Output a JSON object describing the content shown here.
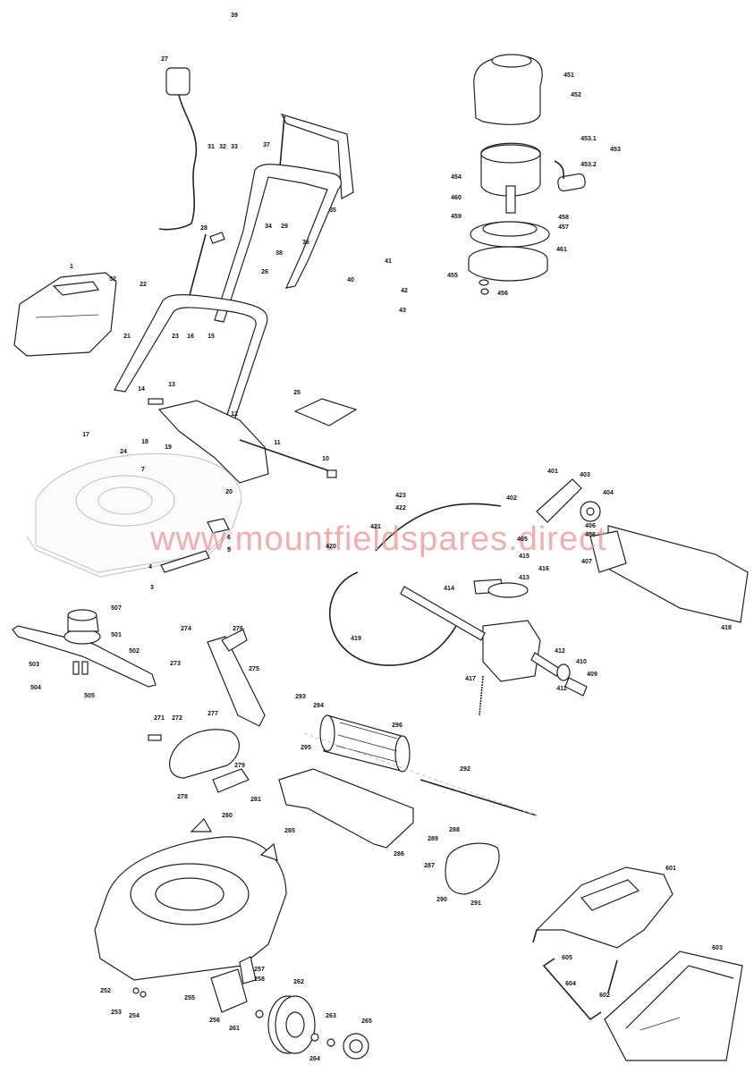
{
  "watermark": "www.mountfieldspares.direct",
  "labels": [
    {
      "id": "39"
    },
    {
      "id": "27"
    },
    {
      "id": "37"
    },
    {
      "id": "31"
    },
    {
      "id": "32"
    },
    {
      "id": "33"
    },
    {
      "id": "34"
    },
    {
      "id": "29"
    },
    {
      "id": "35"
    },
    {
      "id": "28"
    },
    {
      "id": "36"
    },
    {
      "id": "38"
    },
    {
      "id": "26"
    },
    {
      "id": "41"
    },
    {
      "id": "40"
    },
    {
      "id": "42"
    },
    {
      "id": "43"
    },
    {
      "id": "1"
    },
    {
      "id": "52"
    },
    {
      "id": "22"
    },
    {
      "id": "21"
    },
    {
      "id": "23"
    },
    {
      "id": "16"
    },
    {
      "id": "15"
    },
    {
      "id": "14"
    },
    {
      "id": "13"
    },
    {
      "id": "12"
    },
    {
      "id": "25"
    },
    {
      "id": "17"
    },
    {
      "id": "24"
    },
    {
      "id": "18"
    },
    {
      "id": "19"
    },
    {
      "id": "11"
    },
    {
      "id": "10"
    },
    {
      "id": "20"
    },
    {
      "id": "7"
    },
    {
      "id": "6"
    },
    {
      "id": "5"
    },
    {
      "id": "4"
    },
    {
      "id": "3"
    },
    {
      "id": "451"
    },
    {
      "id": "452"
    },
    {
      "id": "453.1"
    },
    {
      "id": "453"
    },
    {
      "id": "453.2"
    },
    {
      "id": "454"
    },
    {
      "id": "460"
    },
    {
      "id": "459"
    },
    {
      "id": "458"
    },
    {
      "id": "457"
    },
    {
      "id": "461"
    },
    {
      "id": "455"
    },
    {
      "id": "456"
    },
    {
      "id": "401"
    },
    {
      "id": "403"
    },
    {
      "id": "404"
    },
    {
      "id": "402"
    },
    {
      "id": "423"
    },
    {
      "id": "422"
    },
    {
      "id": "421"
    },
    {
      "id": "420"
    },
    {
      "id": "405"
    },
    {
      "id": "406"
    },
    {
      "id": "408"
    },
    {
      "id": "407"
    },
    {
      "id": "415"
    },
    {
      "id": "416"
    },
    {
      "id": "413"
    },
    {
      "id": "414"
    },
    {
      "id": "419"
    },
    {
      "id": "417"
    },
    {
      "id": "412"
    },
    {
      "id": "410"
    },
    {
      "id": "411"
    },
    {
      "id": "409"
    },
    {
      "id": "418"
    },
    {
      "id": "507"
    },
    {
      "id": "501"
    },
    {
      "id": "502"
    },
    {
      "id": "503"
    },
    {
      "id": "504"
    },
    {
      "id": "505"
    },
    {
      "id": "274"
    },
    {
      "id": "276"
    },
    {
      "id": "273"
    },
    {
      "id": "275"
    },
    {
      "id": "277"
    },
    {
      "id": "271"
    },
    {
      "id": "272"
    },
    {
      "id": "279"
    },
    {
      "id": "278"
    },
    {
      "id": "280"
    },
    {
      "id": "281"
    },
    {
      "id": "293"
    },
    {
      "id": "294"
    },
    {
      "id": "295"
    },
    {
      "id": "296"
    },
    {
      "id": "292"
    },
    {
      "id": "285"
    },
    {
      "id": "286"
    },
    {
      "id": "287"
    },
    {
      "id": "288"
    },
    {
      "id": "289"
    },
    {
      "id": "290"
    },
    {
      "id": "291"
    },
    {
      "id": "601"
    },
    {
      "id": "605"
    },
    {
      "id": "604"
    },
    {
      "id": "602"
    },
    {
      "id": "603"
    },
    {
      "id": "252"
    },
    {
      "id": "253"
    },
    {
      "id": "254"
    },
    {
      "id": "255"
    },
    {
      "id": "256"
    },
    {
      "id": "257"
    },
    {
      "id": "258"
    },
    {
      "id": "261"
    },
    {
      "id": "262"
    },
    {
      "id": "263"
    },
    {
      "id": "264"
    },
    {
      "id": "265"
    }
  ]
}
